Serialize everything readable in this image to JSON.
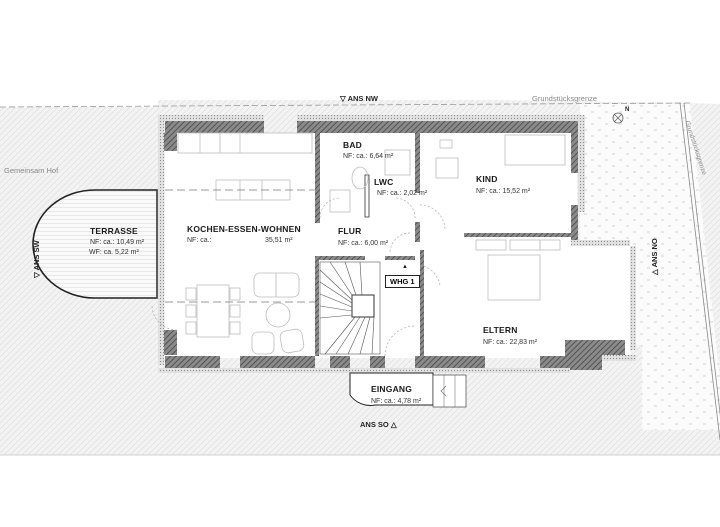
{
  "plan": {
    "type": "floor-plan",
    "unit_label": "WHG 1",
    "rooms": [
      {
        "id": "terrasse",
        "name": "TERRASSE",
        "area_nf": "NF: ca.: 10,49 m²",
        "area_wf": "WF: ca. 5,22 m²"
      },
      {
        "id": "kochen",
        "name": "KOCHEN-ESSEN-WOHNEN",
        "area_nf_label": "NF: ca.:",
        "area_nf_value": "35,51 m²"
      },
      {
        "id": "bad",
        "name": "BAD",
        "area_nf": "NF: ca.: 6,64 m²"
      },
      {
        "id": "lwc",
        "name": "LWC",
        "area_nf": "NF: ca.: 2,02 m²"
      },
      {
        "id": "flur",
        "name": "FLUR",
        "area_nf": "NF: ca.: 6,00 m²"
      },
      {
        "id": "kind",
        "name": "KIND",
        "area_nf": "NF: ca.: 15,52 m²"
      },
      {
        "id": "eltern",
        "name": "ELTERN",
        "area_nf": "NF: ca.: 22,83 m²"
      },
      {
        "id": "eingang",
        "name": "EINGANG",
        "area_nf": "NF: ca.: 4,78 m²"
      }
    ],
    "views": {
      "nw": "ANS NW",
      "sw": "ANS SW",
      "so": "ANS SO",
      "no": "ANS NO"
    },
    "annotations": {
      "courtyard": "Gemeinsam Hof",
      "boundary_top": "Grundstücksgrenze",
      "boundary_right": "Grundstücksgrenze",
      "north": "N"
    },
    "colors": {
      "wall_fill": "#6e6e6e",
      "insulation": "#cfcfcf",
      "line": "#222222",
      "furniture": "#b8b8b8",
      "ground": "#f1f1f1"
    }
  }
}
